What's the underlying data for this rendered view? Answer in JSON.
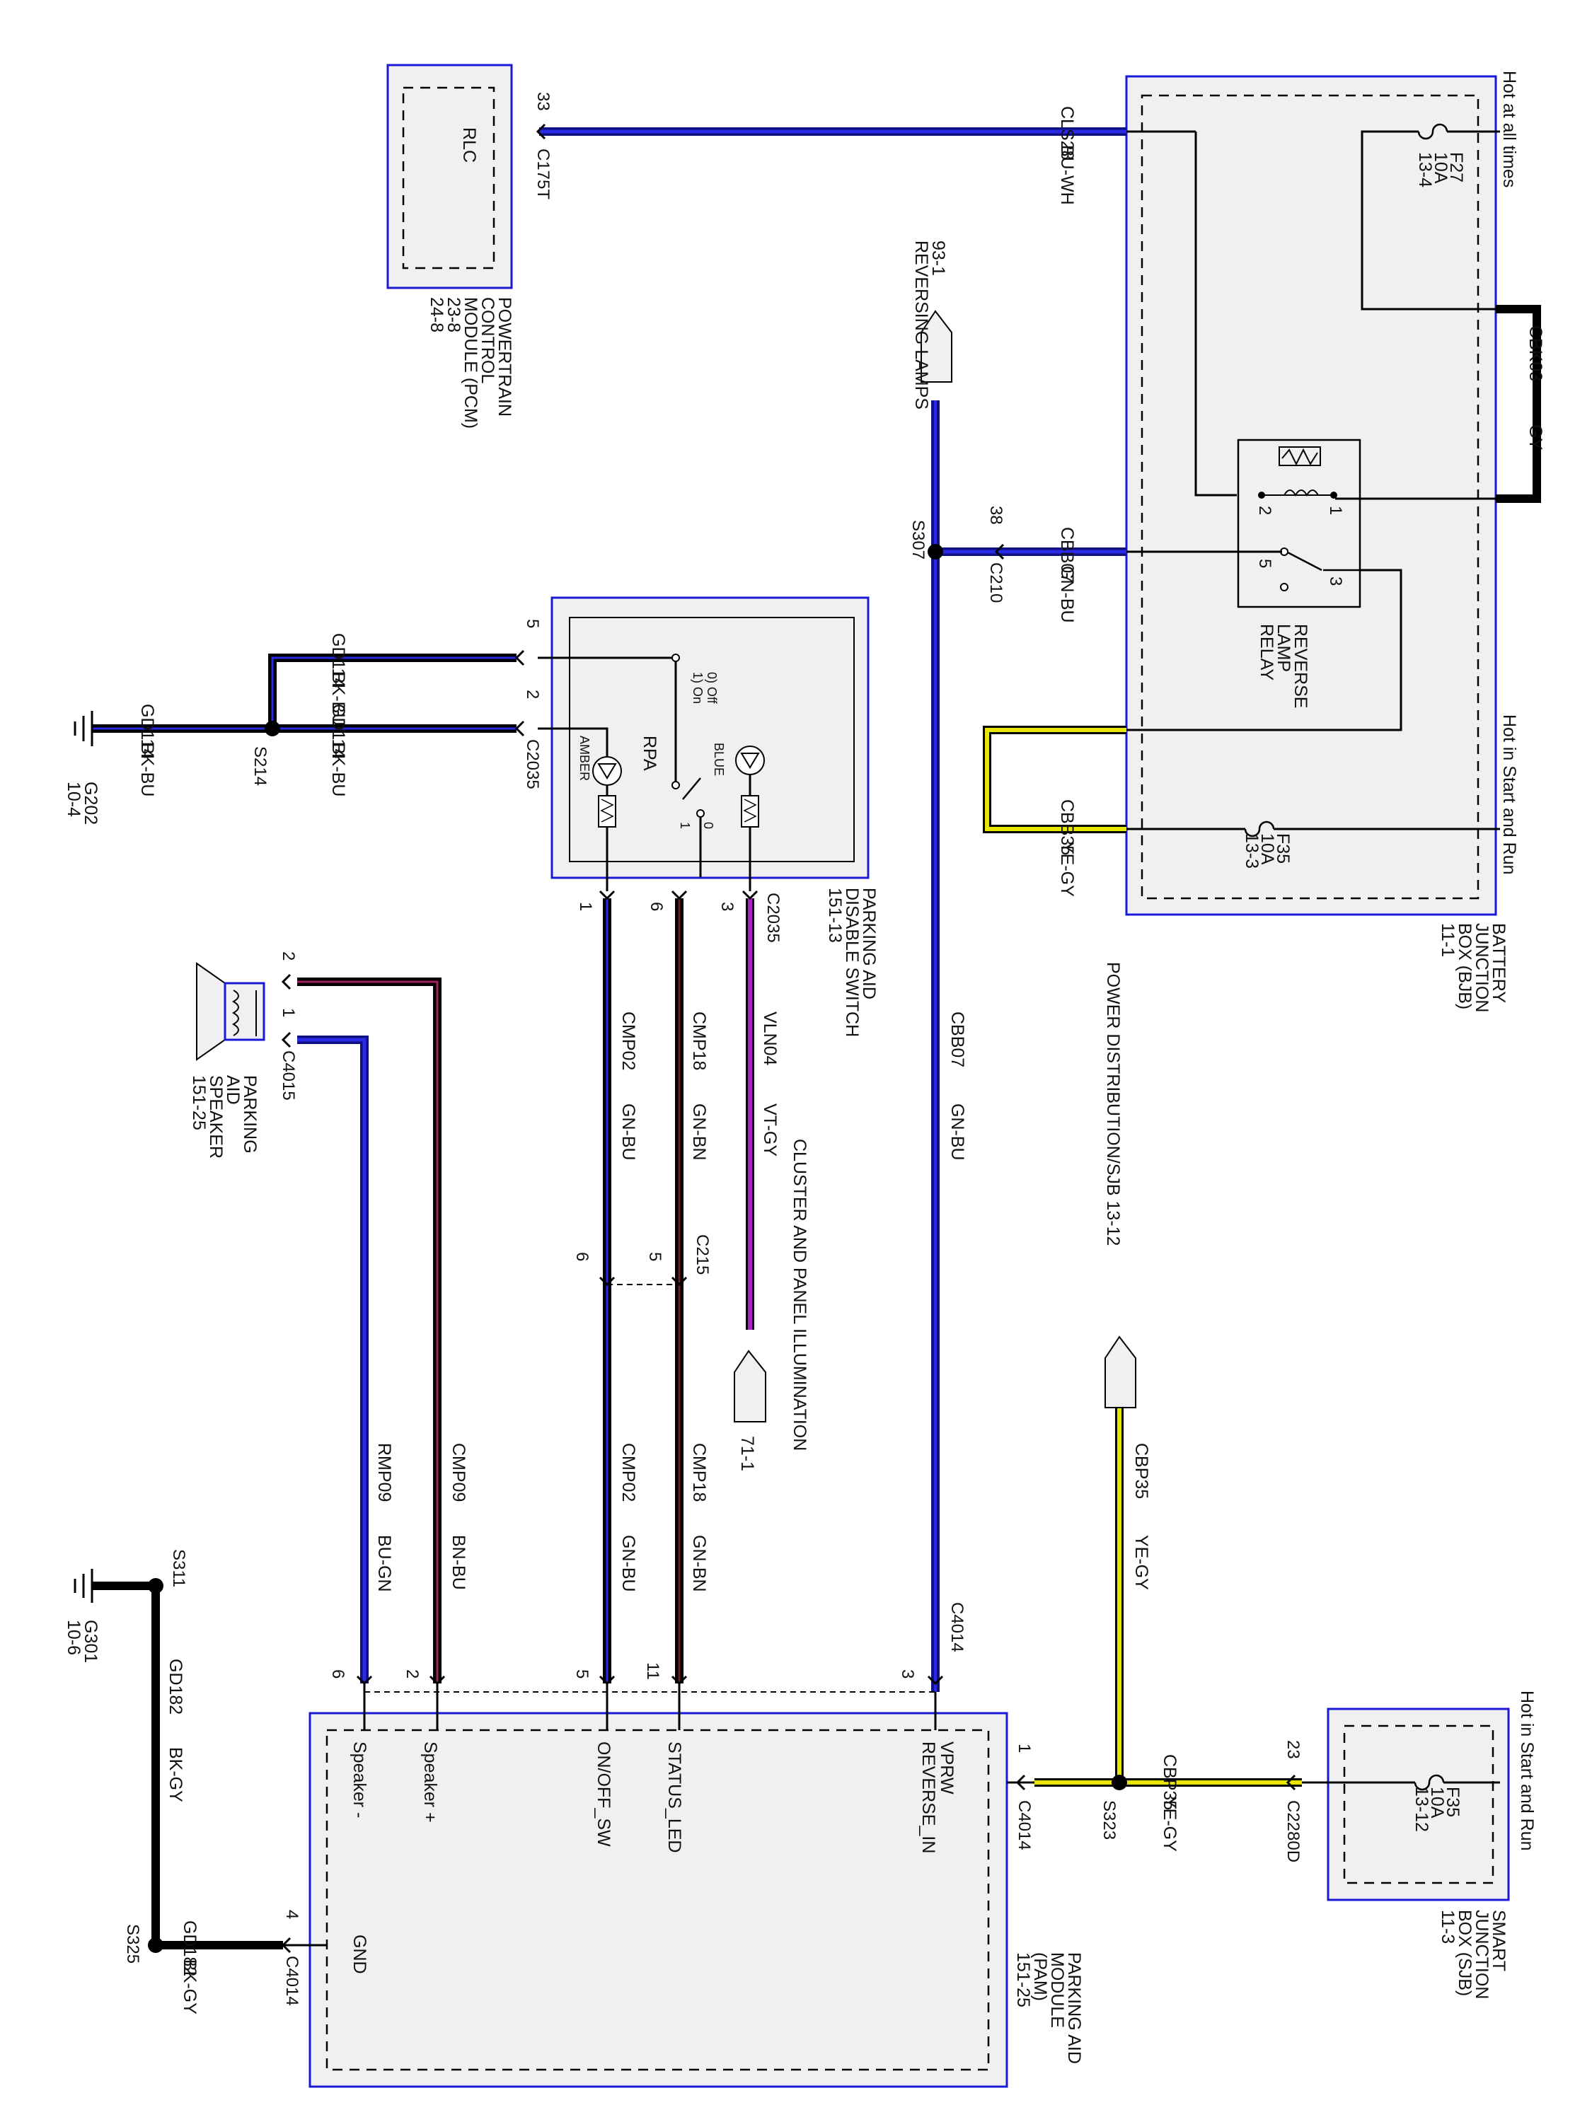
{
  "components": {
    "pcm": {
      "title_lines": [
        "POWERTRAIN",
        "CONTROL",
        "MODULE (PCM)",
        "23-8",
        "24-8"
      ],
      "inner_label": "RLC"
    },
    "bjb": {
      "title_lines": [
        "BATTERY",
        "JUNCTION",
        "BOX (BJB)",
        "11-1"
      ],
      "hot_at_all_times": "Hot at all times",
      "hot_in_start_run": "Hot in Start and Run"
    },
    "fuse_f27": {
      "lines": [
        "F27",
        "10A",
        "13-4"
      ]
    },
    "fuse_f35_bjb": {
      "lines": [
        "F35",
        "10A",
        "13-3"
      ]
    },
    "relay": {
      "title_lines": [
        "REVERSE",
        "LAMP",
        "RELAY"
      ],
      "pins": [
        "1",
        "2",
        "3",
        "5"
      ]
    },
    "switch": {
      "title_lines": [
        "PARKING AID",
        "DISABLE SWITCH",
        "151-13"
      ],
      "rpa": "RPA",
      "off_label": "0) Off",
      "on_label": "1) On",
      "blue": "BLUE",
      "amber": "AMBER",
      "pos_0": "0",
      "pos_1": "1"
    },
    "speaker": {
      "title_lines": [
        "PARKING",
        "AID",
        "SPEAKER",
        "151-25"
      ],
      "connector": "C4015",
      "pin_2": "2",
      "pin_1": "1"
    },
    "pam": {
      "title_lines": [
        "PARKING AID",
        "MODULE",
        "(PAM)",
        "151-25"
      ],
      "vprw": "VPRW",
      "reverse_in": "REVERSE_IN",
      "status_led": "STATUS_LED",
      "onoff_sw": "ON/OFF_SW",
      "speaker_plus": "Speaker +",
      "speaker_minus": "Speaker -",
      "gnd": "GND"
    },
    "sjb": {
      "title_lines": [
        "SMART",
        "JUNCTION",
        "BOX (SJB)",
        "11-3"
      ],
      "hot_label": "Hot in Start and Run",
      "fuse_lines": [
        "F35",
        "10A",
        "13-12"
      ]
    },
    "power_distribution": "POWER DISTRIBUTION/SJB  13-12",
    "reversing_lamps": [
      "93-1",
      "REVERSING LAMPS"
    ],
    "cluster_illum": "CLUSTER AND PANEL ILLUMINATION",
    "cluster_ref": "71-1"
  },
  "wires": {
    "cls28": {
      "circuit": "CLS28",
      "color": "BU-WH"
    },
    "cbk03": {
      "circuit": "CBK03",
      "color": "GY"
    },
    "cbb07": {
      "circuit": "CBB07",
      "color": "GN-BU"
    },
    "cbb35": {
      "circuit": "CBB35",
      "color": "YE-GY"
    },
    "gd114_a": {
      "circuit": "GD114",
      "color": "BK-BU"
    },
    "gd114_b": {
      "circuit": "GD114",
      "color": "BK-BU"
    },
    "gd114_c": {
      "circuit": "GD114",
      "color": "BK-BU"
    },
    "cmp02": {
      "circuit": "CMP02",
      "color": "GN-BU"
    },
    "cmp18": {
      "circuit": "CMP18",
      "color": "GN-BN"
    },
    "vln04": {
      "circuit": "VLN04",
      "color": "VT-GY"
    },
    "cbb07_v": {
      "circuit": "CBB07",
      "color": "GN-BU"
    },
    "cbp35_v": {
      "circuit": "CBP35",
      "color": "YE-GY"
    },
    "cbp35_h": {
      "circuit": "CBP35",
      "color": "YE-GY"
    },
    "rmp09": {
      "circuit": "RMP09",
      "color": "BU-GN"
    },
    "cmp09": {
      "circuit": "CMP09",
      "color": "BN-BU"
    },
    "cmp02_b": {
      "circuit": "CMP02",
      "color": "GN-BU"
    },
    "cmp18_b": {
      "circuit": "CMP18",
      "color": "GN-BN"
    },
    "gd182_v": {
      "circuit": "GD182",
      "color": "BK-GY"
    },
    "gd182_h": {
      "circuit": "GD182",
      "color": "BK-GY"
    }
  },
  "connectors": {
    "c175t": "C175T",
    "c175t_pin": "33",
    "c210": "C210",
    "c210_pin": "38",
    "s307": "S307",
    "c2035_a": "C2035",
    "c2035_pin5": "5",
    "c2035_pin2": "2",
    "c2035_b": "C2035",
    "c2035_pin1": "1",
    "c2035_pin6": "6",
    "c2035_pin3": "3",
    "s214": "S214",
    "g202": "G202",
    "g202_ref": "10-4",
    "c215": "C215",
    "c215_pin5": "5",
    "c215_pin6": "6",
    "c4014_top": "C4014",
    "c4014_pin3": "3",
    "c4014_pin11": "11",
    "c4014_pin5": "5",
    "c4014_pin2": "2",
    "c4014_pin6": "6",
    "c4014_vprw": "C4014",
    "c4014_vprw_pin": "1",
    "c4014_gnd": "C4014",
    "c4014_gnd_pin": "4",
    "s323": "S323",
    "c2280d": "C2280D",
    "c2280d_pin": "23",
    "s311": "S311",
    "g301": "G301",
    "g301_ref": "10-6",
    "s325": "S325"
  },
  "colors": {
    "blue_wire": "#1a1ad6",
    "yellow_wire": "#e6e600",
    "violet_wire": "#b020c8",
    "brown_wire": "#6b2020",
    "box_border": "#1a1ad6",
    "box_fill": "#f0f0f2"
  }
}
